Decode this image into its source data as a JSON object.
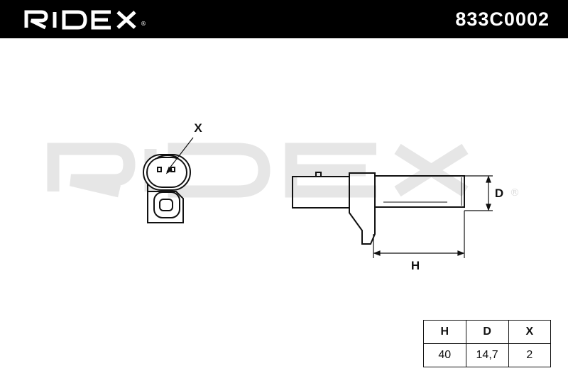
{
  "header": {
    "brand": "RIDEX",
    "part_number": "833C0002"
  },
  "watermark": {
    "brand": "RIDEX"
  },
  "drawing": {
    "label_x": "X",
    "label_d": "D",
    "label_h": "H"
  },
  "dimensions": {
    "headers": [
      "H",
      "D",
      "X"
    ],
    "values": [
      "40",
      "14,7",
      "2"
    ]
  },
  "colors": {
    "header_bg": "#000000",
    "header_text": "#ffffff",
    "watermark": "#e6e6e6",
    "line": "#111111"
  }
}
